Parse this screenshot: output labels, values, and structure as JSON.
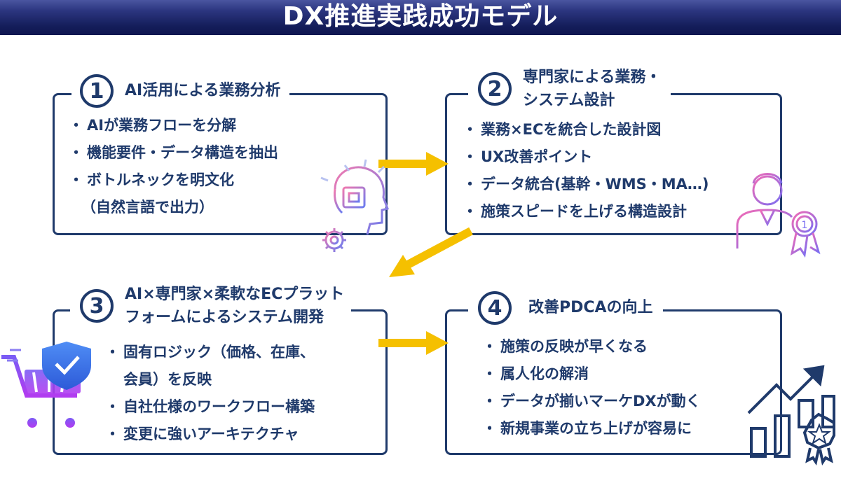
{
  "title": "DX推進実践成功モデル",
  "colors": {
    "banner": "#141d5a",
    "text": "#1f3a6b",
    "arrow": "#f5c000",
    "icon_gradient": [
      "#f07ab0",
      "#6a7cf0",
      "#9a4cf0"
    ]
  },
  "steps": [
    {
      "number": "1",
      "heading": [
        "AI活用による業務分析"
      ],
      "items": [
        "AIが業務フローを分解",
        "機能要件・データ構造を抽出",
        "ボトルネックを明文化",
        "（自然言語で出力）"
      ],
      "icon": "ai-head-gear-icon"
    },
    {
      "number": "2",
      "heading": [
        "専門家による業務・",
        "システム設計"
      ],
      "items": [
        "業務×ECを統合した設計図",
        "UX改善ポイント",
        "データ統合(基幹・WMS・MA…)",
        "施策スピードを上げる構造設計"
      ],
      "icon": "expert-award-icon"
    },
    {
      "number": "3",
      "heading": [
        "AI×専門家×柔軟なECプラット",
        "フォームによるシステム開発"
      ],
      "items": [
        "固有ロジック（価格、在庫、",
        "会員）を反映",
        "自社仕様のワークフロー構築",
        "変更に強いアーキテクチャ"
      ],
      "icon": "shield-cart-icon"
    },
    {
      "number": "4",
      "heading": [
        "改善PDCAの向上"
      ],
      "items": [
        "施策の反映が早くなる",
        "属人化の解消",
        "データが揃いマーケDXが動く",
        "新規事業の立ち上げが容易に"
      ],
      "icon": "growth-chart-icon"
    }
  ]
}
